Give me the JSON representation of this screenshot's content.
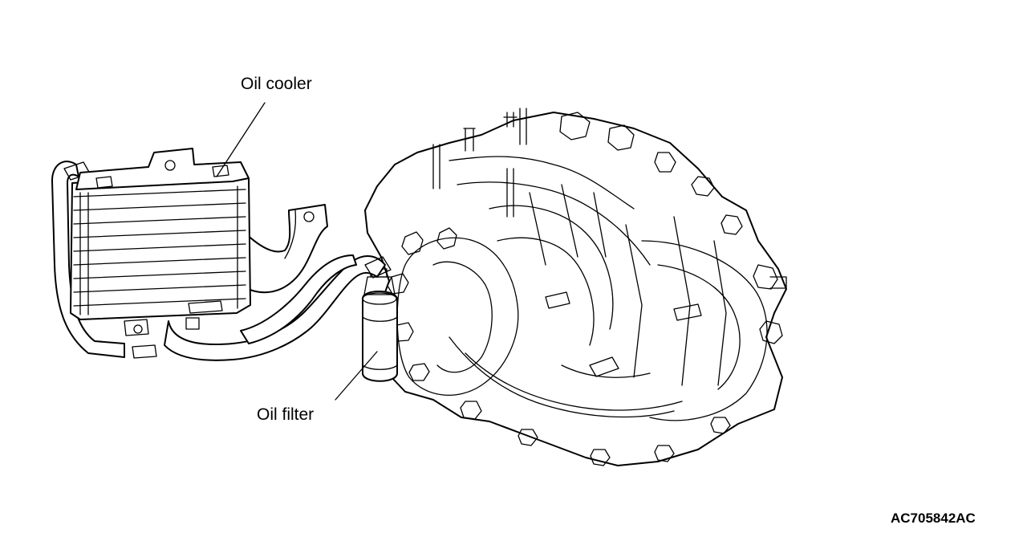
{
  "labels": {
    "oil_cooler": "Oil cooler",
    "oil_filter": "Oil filter"
  },
  "figure_code": "AC705842AC",
  "colors": {
    "line": "#000000",
    "background": "#ffffff"
  }
}
